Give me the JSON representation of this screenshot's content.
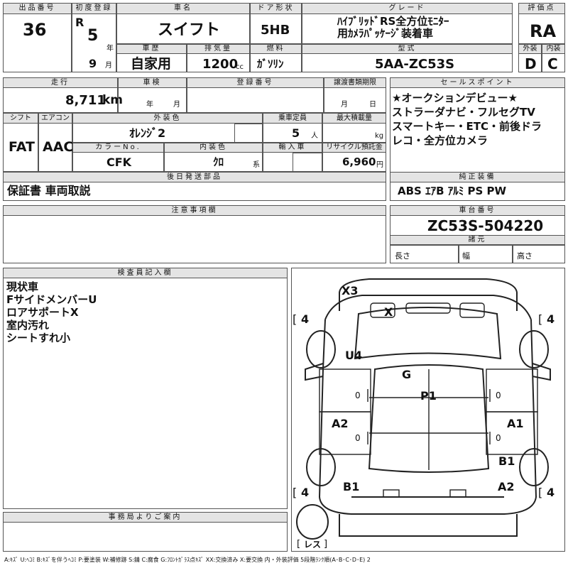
{
  "headers": {
    "lot_no": "出品番号",
    "first_reg": "初度登録",
    "car_name": "車名",
    "door": "ドア形状",
    "grade": "グレード",
    "score": "評価点",
    "history": "車歴",
    "displacement": "排気量",
    "fuel": "燃料",
    "model": "型式",
    "exterior": "外装",
    "interior": "内装",
    "mileage": "走行",
    "inspection": "車検",
    "reg_no": "登録番号",
    "transfer": "譲渡書類期限",
    "sales_point": "セールスポイント",
    "shift": "シフト",
    "aircon": "エアコン",
    "ext_color": "外装色",
    "capacity": "乗車定員",
    "max_load": "最大積載量",
    "color_no": "カラーNo.",
    "int_color": "内装色",
    "import": "輸入車",
    "recycle": "リサイクル預託金",
    "later_parts": "後日発送部品",
    "equipment": "純正装備",
    "notes": "注意事項欄",
    "chassis": "車台番号",
    "specs": "諸元",
    "inspector": "検査員記入欄",
    "office": "事務局よりご案内"
  },
  "values": {
    "lot_no": "36",
    "era": "R",
    "year": "5",
    "year_unit": "年",
    "month": "9",
    "month_unit": "月",
    "car_name": "スイフト",
    "door": "5HB",
    "grade_line1": "ﾊｲﾌﾞﾘｯﾄﾞRS全方位ﾓﾆﾀｰ",
    "grade_line2": "用ｶﾒﾗﾊﾟｯｹｰｼﾞ装着車",
    "score": "RA",
    "history": "自家用",
    "displacement": "1200",
    "displacement_unit": "cc",
    "fuel": "ｶﾞｿﾘﾝ",
    "model": "5AA-ZC53S",
    "exterior": "D",
    "interior": "C",
    "mileage": "8,711",
    "mileage_unit": "km",
    "inspection_year": "年",
    "inspection_month": "月",
    "transfer_month": "月",
    "transfer_day": "日",
    "shift": "FAT",
    "aircon": "AAC",
    "ext_color": "ｵﾚﾝｼﾞ2",
    "capacity": "5",
    "capacity_unit": "人",
    "max_load_unit": "kg",
    "color_no": "CFK",
    "int_color": "ｸﾛ",
    "int_color_unit": "系",
    "recycle": "6,960",
    "recycle_unit": "円",
    "later_parts": "保証書 車両取説",
    "equipment": "ABS ｴｱB ｱﾙﾐ PS PW",
    "chassis": "ZC53S-504220",
    "length": "長さ",
    "width": "幅",
    "height": "高さ"
  },
  "sales_points": [
    "★オークションデビュー★",
    "ストラーダナビ・フルセグTV",
    "スマートキー・ETC・前後ドラ",
    "レコ・全方位カメラ"
  ],
  "inspector_notes": [
    "現状車",
    "FサイドメンバーU",
    "ロアサポートX",
    "室内汚れ",
    "シートすれ小"
  ],
  "diagram": {
    "X3": "X3",
    "X": "X",
    "U4": "U4",
    "G": "G",
    "P1": "P1",
    "A2_left": "A2",
    "A1_right": "A1",
    "B1_right": "B1",
    "B1_left": "B1",
    "A2_bottom": "A2",
    "tire_fl": "4",
    "tire_fr": "4",
    "tire_rl": "4",
    "tire_rr": "4",
    "spare": "レス",
    "zero_l1": "0",
    "zero_r1": "0",
    "zero_l2": "0",
    "zero_r2": "0",
    "bracket_l": "[",
    "bracket_r": "]"
  },
  "legend": "A:ｷｽﾞ U:ﾍｺﾐ B:ｷｽﾞを伴うﾍｺﾐ P:要塗装 W:補修跡 S:錆 C:腐食 G:ﾌﾛﾝﾄｶﾞﾗｽ点ｷｽﾞ XX:交換済み X:要交換 内・外装評価 5段階ﾗﾝｸ順(A･B･C･D･E) 2"
}
